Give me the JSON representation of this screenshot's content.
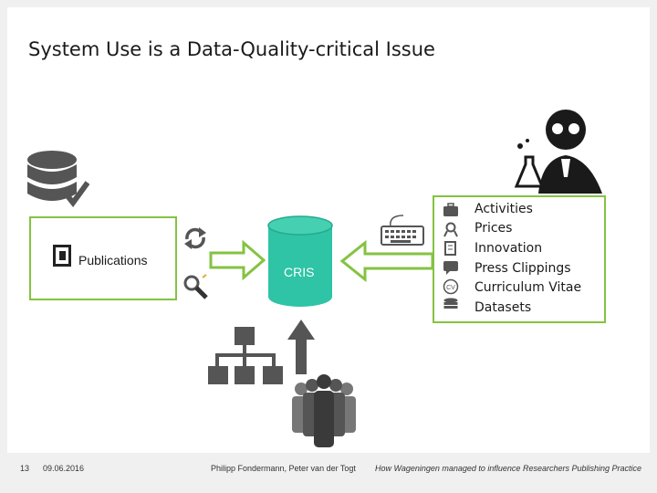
{
  "slide": {
    "title": "System Use is a Data-Quality-critical Issue",
    "publications_label": "Publications",
    "cris_label": "CRIS",
    "activity_list": [
      "Activities",
      "Prices",
      "Innovation",
      "Press Clippings",
      "Curriculum Vitae",
      "Datasets"
    ],
    "icons": [
      "database-check-icon",
      "refresh-icon",
      "search-icon",
      "keyboard-icon",
      "scientist-icon",
      "org-chart-icon",
      "people-group-icon",
      "up-arrow-icon"
    ]
  },
  "footer": {
    "slide_number": "13",
    "date": "09.06.2016",
    "authors": "Philipp Fondermann, Peter van der Togt",
    "talk_title": "How Wageningen managed to influence Researchers Publishing Practice"
  },
  "colors": {
    "accent_green": "#84c341",
    "icon_gray": "#555555",
    "cris_teal": "#2ec4a5"
  }
}
